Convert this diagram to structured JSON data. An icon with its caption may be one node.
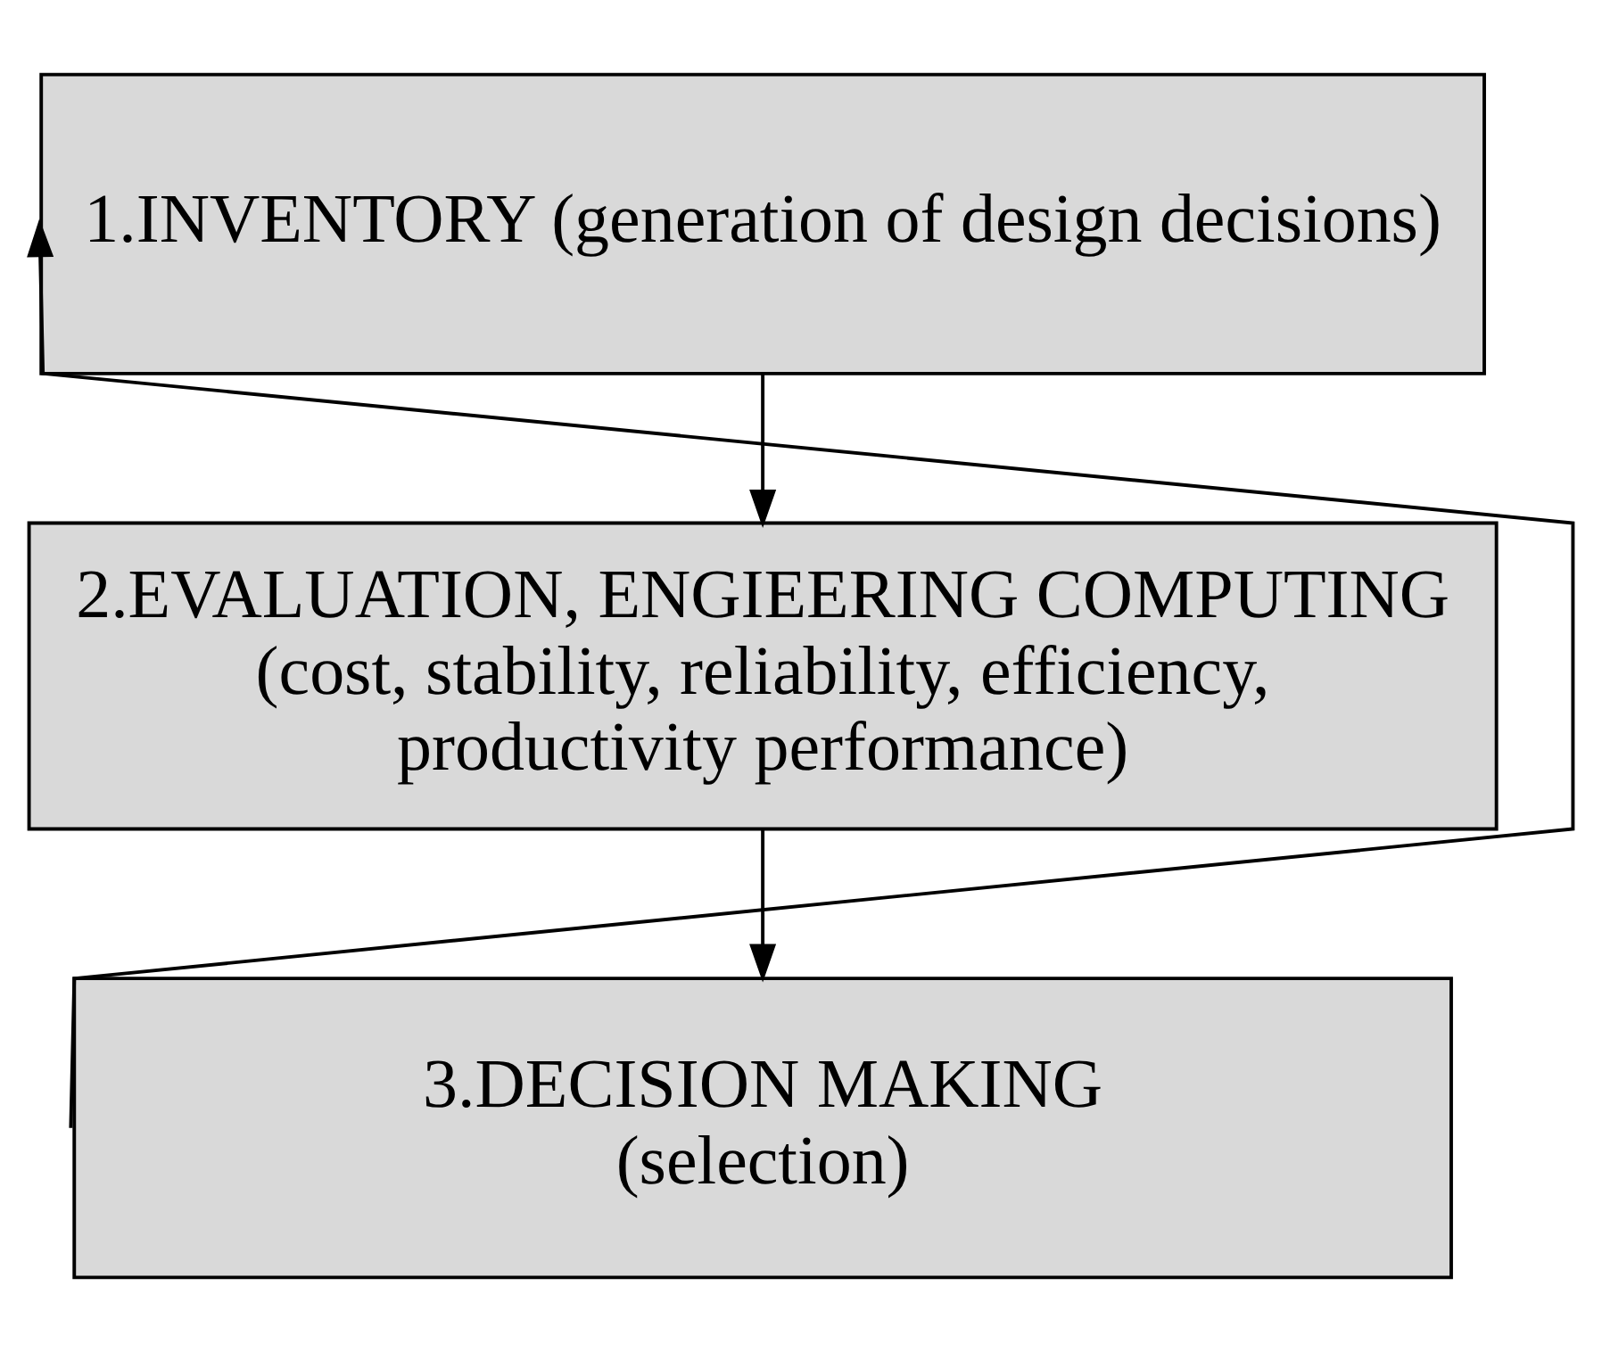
{
  "diagram": {
    "nodes": [
      {
        "text": [
          "1.INVENTORY (generation of design decisions)"
        ]
      },
      {
        "text": [
          "2.EVALUATION, ENGIEERING COMPUTING",
          "(cost, stability, reliability, efficiency, productivity performance)"
        ]
      },
      {
        "text": [
          "3.DECISION MAKING",
          "(selection)"
        ]
      }
    ],
    "edges": [
      {
        "from": 0,
        "to": 1,
        "arrow": "to"
      },
      {
        "from": 1,
        "to": 2,
        "arrow": "to"
      },
      {
        "from": 2,
        "to": 0,
        "arrow": "to"
      }
    ]
  }
}
